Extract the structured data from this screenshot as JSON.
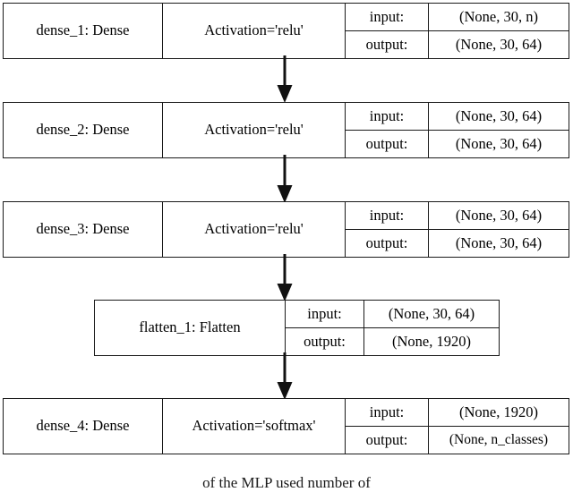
{
  "figure": {
    "type": "keras-model-architecture-diagram",
    "background_color": "#ffffff",
    "line_color": "#1a1a1a",
    "caption": "of the MLP      used      number of"
  },
  "layers": [
    {
      "name": "dense_1: Dense",
      "activation": "Activation='relu'",
      "input_label": "input:",
      "input_shape": "(None, 30, n)",
      "output_label": "output:",
      "output_shape": "(None, 30, 64)"
    },
    {
      "name": "dense_2: Dense",
      "activation": "Activation='relu'",
      "input_label": "input:",
      "input_shape": "(None, 30, 64)",
      "output_label": "output:",
      "output_shape": "(None, 30, 64)"
    },
    {
      "name": "dense_3: Dense",
      "activation": "Activation='relu'",
      "input_label": "input:",
      "input_shape": "(None, 30, 64)",
      "output_label": "output:",
      "output_shape": "(None, 30, 64)"
    },
    {
      "name": "flatten_1: Flatten",
      "activation": "",
      "input_label": "input:",
      "input_shape": "(None, 30, 64)",
      "output_label": "output:",
      "output_shape": "(None, 1920)"
    },
    {
      "name": "dense_4: Dense",
      "activation": "Activation='softmax'",
      "input_label": "input:",
      "input_shape": "(None, 1920)",
      "output_label": "output:",
      "output_shape": "(None, n_classes)"
    }
  ],
  "connections": [
    {
      "from": "dense_1: Dense",
      "to": "dense_2: Dense"
    },
    {
      "from": "dense_2: Dense",
      "to": "dense_3: Dense"
    },
    {
      "from": "dense_3: Dense",
      "to": "flatten_1: Flatten"
    },
    {
      "from": "flatten_1: Flatten",
      "to": "dense_4: Dense"
    }
  ]
}
